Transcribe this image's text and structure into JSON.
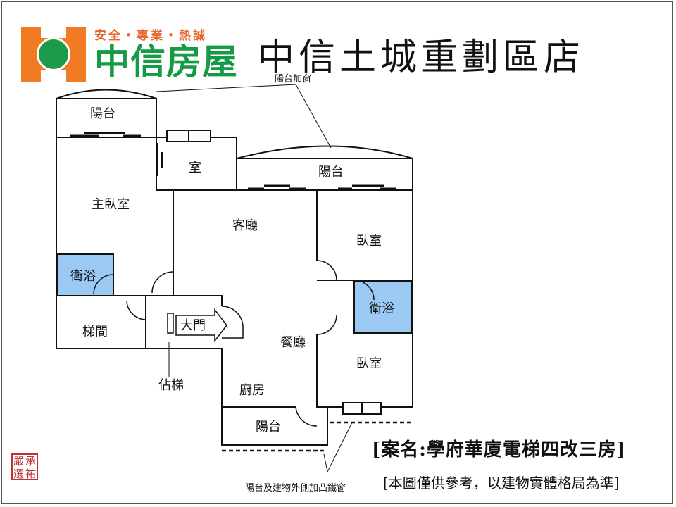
{
  "header": {
    "slogan": "安全・專業・熱誠",
    "brand": "中信房屋",
    "store": "中信土城重劃區店"
  },
  "plan": {
    "rooms": {
      "balcony_top_left": "陽台",
      "room_small": "室",
      "master_bedroom": "主臥室",
      "bathroom_left": "衛浴",
      "stairwell": "梯間",
      "main_door": "大門",
      "elevator": "佔梯",
      "living_room": "客廳",
      "dining_room": "餐廳",
      "kitchen": "廚房",
      "balcony_bottom": "陽台",
      "balcony_top_right": "陽台",
      "bedroom_upper": "臥室",
      "bathroom_right": "衛浴",
      "bedroom_lower": "臥室"
    },
    "annotations": {
      "balcony_window": "陽台加窗",
      "balcony_iron_window": "陽台及建物外側加凸鐵窗"
    }
  },
  "footer": {
    "case_name": "[案名:學府華廈電梯四改三房]",
    "note": "[本圖僅供參考，以建物實體格局為準]",
    "seal_chars": [
      "嚴",
      "承",
      "選",
      "祐"
    ]
  },
  "colors": {
    "orange": "#f07b22",
    "green": "#159a45",
    "bath_blue": "#9cc9f4"
  }
}
